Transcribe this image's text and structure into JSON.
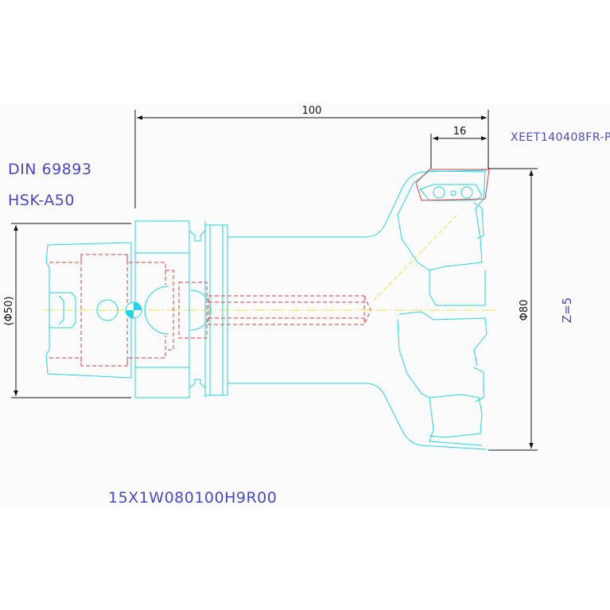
{
  "labels": {
    "standard": "DIN 69893",
    "interface": "HSK-A50",
    "insert": "XEET140408FR-P",
    "part_number": "15X1W080100H9R00",
    "teeth": "Z=5"
  },
  "dimensions": {
    "overall_length": "100",
    "insert_width": "16",
    "shank_diameter": "(Φ50)",
    "cutter_diameter": "Φ80"
  },
  "colors": {
    "outline": "#22d6e6",
    "hidden_lines": "#e43c3c",
    "centerline": "#f0e040",
    "text": "#4747d6",
    "dimension": "#111111"
  }
}
